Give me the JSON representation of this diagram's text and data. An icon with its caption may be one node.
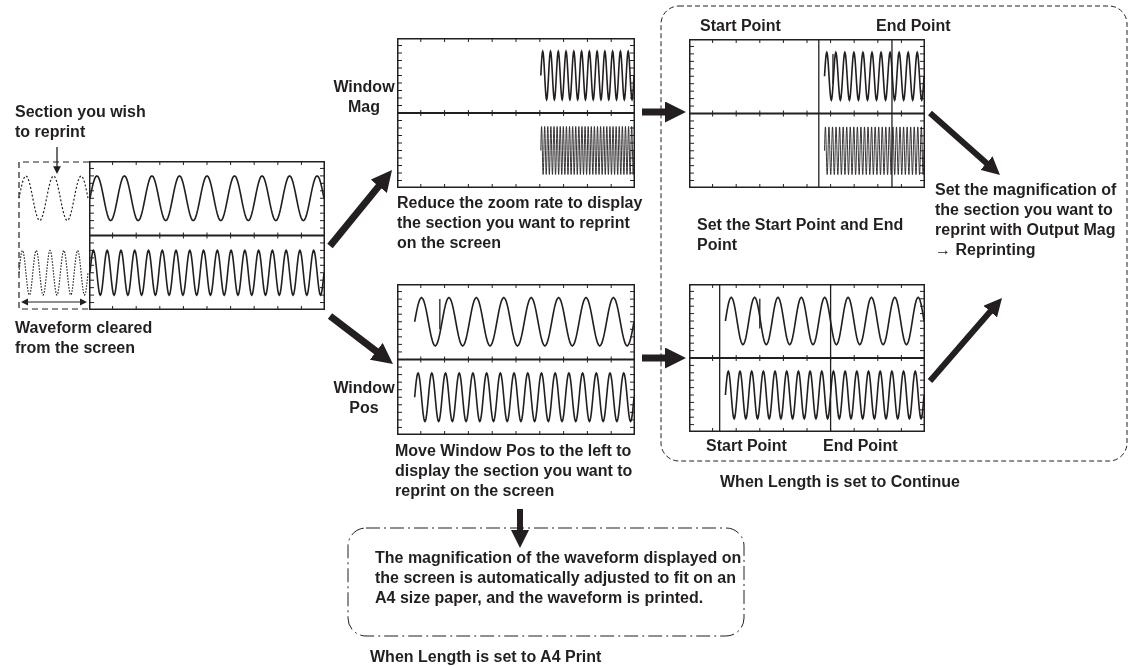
{
  "diagram": {
    "nodes": [
      {
        "text": [
          "Section you wish to reprint"
        ]
      },
      {
        "text": [],
        "shape": "picture"
      },
      {
        "text": [],
        "shape": "picture",
        "beside": [
          "Waveform cleared from the screen"
        ]
      },
      {
        "text": [],
        "shape": "picture",
        "beside": [
          "Window Mag",
          "Reduce the zoom rate to display the section you want to reprint on the screen"
        ]
      },
      {
        "text": [],
        "shape": "picture",
        "beside": [
          "Window Pos",
          "Move Window Pos to the left to display the section you want to reprint on the screen"
        ]
      },
      {
        "text": [
          "When Length is set to Continue"
        ]
      },
      {
        "text": [],
        "shape": "picture",
        "in": 5,
        "beside": [
          "Start Point",
          "End Point",
          "Set the Start Point and End Point"
        ]
      },
      {
        "text": [],
        "shape": "picture",
        "in": 5,
        "beside": [
          "Start Point",
          "End Point"
        ]
      },
      {
        "text": [
          "Set the magnification of the section you want to reprint with Output Mag → Reprinting"
        ],
        "in": 5
      },
      {
        "text": [
          "The magnification of the waveform displayed on the screen is automatically adjusted to fit on an A4 size paper, and the waveform is printed.",
          "When Length is set to A4 Print"
        ]
      }
    ],
    "edges": [
      {
        "from": 0,
        "to": 1,
        "arrow": "to"
      },
      {
        "from": 2,
        "to": 3,
        "arrow": "to"
      },
      {
        "from": 2,
        "to": 4,
        "arrow": "to"
      },
      {
        "from": 3,
        "to": 6,
        "arrow": "to"
      },
      {
        "from": 4,
        "to": 7,
        "arrow": "to"
      },
      {
        "from": 6,
        "to": 8,
        "arrow": "to"
      },
      {
        "from": 7,
        "to": 8,
        "arrow": "to"
      },
      {
        "from": 4,
        "to": 9,
        "arrow": "to"
      }
    ]
  }
}
